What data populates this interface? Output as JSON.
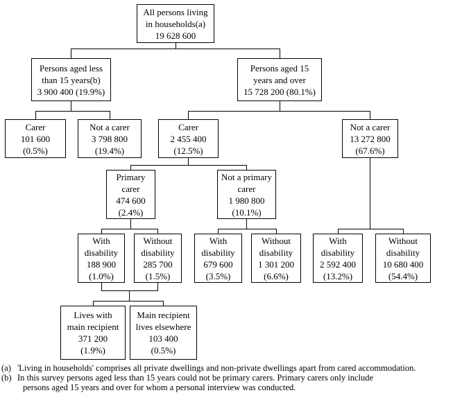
{
  "nodes": {
    "root": {
      "text": "All persons living\nin households(a)\n19 628 600"
    },
    "aged_under_15": {
      "text": "Persons aged less\nthan 15 years(b)\n3 900 400 (19.9%)"
    },
    "aged_15_over": {
      "text": "Persons aged 15\nyears and over\n15 728 200 (80.1%)"
    },
    "carer_under_15": {
      "text": "Carer\n101 600\n(0.5%)"
    },
    "not_carer_under_15": {
      "text": "Not a carer\n3 798 800\n(19.4%)"
    },
    "carer_15_over": {
      "text": "Carer\n2 455 400\n(12.5%)"
    },
    "not_carer_15_over": {
      "text": "Not a carer\n13 272 800\n(67.6%)"
    },
    "primary_carer": {
      "text": "Primary\ncarer\n474 600\n(2.4%)"
    },
    "not_primary_carer": {
      "text": "Not a primary\ncarer\n1 980 800\n(10.1%)"
    },
    "primary_with_disability": {
      "text": "With\ndisability\n188 900\n(1.0%)"
    },
    "primary_without_disability": {
      "text": "Without\ndisability\n285 700\n(1.5%)"
    },
    "not_primary_with_disability": {
      "text": "With\ndisability\n679 600\n(3.5%)"
    },
    "not_primary_without_disability": {
      "text": "Without\ndisability\n1 301 200\n(6.6%)"
    },
    "not_carer_with_disability": {
      "text": "With\ndisability\n2 592 400\n(13.2%)"
    },
    "not_carer_without_disability": {
      "text": "Without\ndisability\n10 680 400\n(54.4%)"
    },
    "lives_with_main_recipient": {
      "text": "Lives with\nmain recipient\n371 200\n(1.9%)"
    },
    "main_recipient_elsewhere": {
      "text": "Main recipient\nlives elsewhere\n103 400\n(0.5%)"
    }
  },
  "footnotes": [
    {
      "marker": "(a)",
      "lines": [
        "'Living in households' comprises all private dwellings and non-private dwellings apart from cared accommodation."
      ]
    },
    {
      "marker": "(b)",
      "lines": [
        "In this survey persons aged less than 15 years could not be primary carers. Primary carers only include",
        "persons aged 15 years and over for whom a personal interview was conducted."
      ]
    }
  ],
  "colors": {
    "line": "#000000",
    "background": "#ffffff",
    "text": "#000000"
  }
}
